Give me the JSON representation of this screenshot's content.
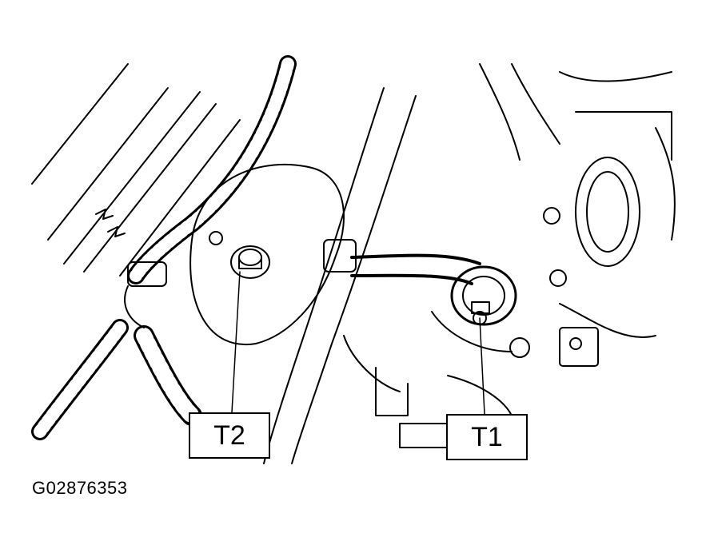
{
  "callouts": {
    "t1": "T1",
    "t2": "T2"
  },
  "figure_id": "G02876353",
  "colors": {
    "line": "#000000",
    "background": "#ffffff"
  }
}
